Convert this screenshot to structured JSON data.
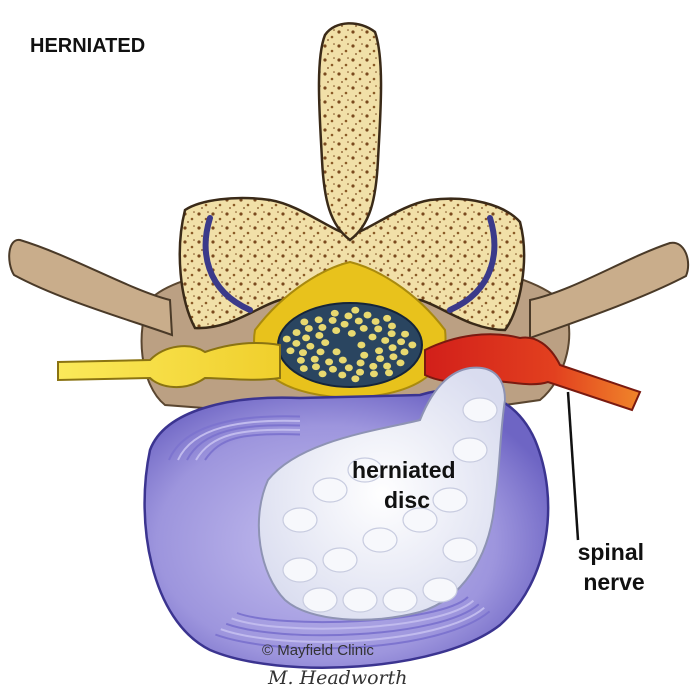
{
  "title": "HERNIATED",
  "labels": {
    "herniated_disc": [
      "herniated",
      "disc"
    ],
    "spinal_nerve": [
      "spinal",
      "nerve"
    ]
  },
  "credit": {
    "copyright": "© Mayfield Clinic",
    "signature": "M. Headworth"
  },
  "colors": {
    "bone": "#f1e0a8",
    "bone_pores": "#7a4a1e",
    "cord_fat": "#e8c21c",
    "cord": "#2a4560",
    "cord_rootlets": "#e8d970",
    "healthy_nerve": "#f5e048",
    "inflamed_nerve": "#d4291e",
    "annulus": "#9d95dd",
    "annulus_dark": "#5f56b8",
    "nucleus": "#eceef7",
    "facet_muscle": "#bba083"
  },
  "icons": [
    "vertebra-illustration",
    "spinal-cord",
    "herniated-disc",
    "spinal-nerve"
  ]
}
